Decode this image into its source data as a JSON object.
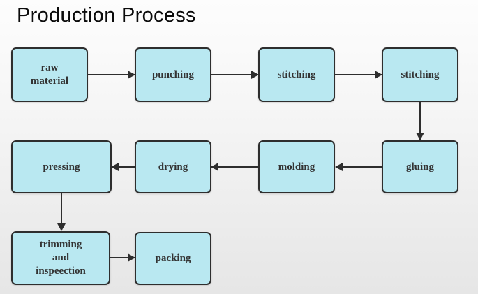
{
  "title": "Production Process",
  "colors": {
    "node_fill": "#b9e8f1",
    "node_border": "#2e2e2e",
    "node_text": "#333333",
    "background_top": "#fdfdfd",
    "background_bottom": "#e6e6e6"
  },
  "flowchart": {
    "nodes": [
      {
        "id": "raw-material",
        "label": "raw\nmaterial"
      },
      {
        "id": "punching",
        "label": "punching"
      },
      {
        "id": "stitching-1",
        "label": "stitching"
      },
      {
        "id": "stitching-2",
        "label": "stitching"
      },
      {
        "id": "gluing",
        "label": "gluing"
      },
      {
        "id": "molding",
        "label": "molding"
      },
      {
        "id": "drying",
        "label": "drying"
      },
      {
        "id": "pressing",
        "label": "pressing"
      },
      {
        "id": "trimming-and-inspeection",
        "label": "trimming\nand\ninspeection"
      },
      {
        "id": "packing",
        "label": "packing"
      }
    ],
    "edges": [
      {
        "from": "raw-material",
        "to": "punching",
        "direction": "right"
      },
      {
        "from": "punching",
        "to": "stitching-1",
        "direction": "right"
      },
      {
        "from": "stitching-1",
        "to": "stitching-2",
        "direction": "right"
      },
      {
        "from": "stitching-2",
        "to": "gluing",
        "direction": "down"
      },
      {
        "from": "gluing",
        "to": "molding",
        "direction": "left"
      },
      {
        "from": "molding",
        "to": "drying",
        "direction": "left"
      },
      {
        "from": "drying",
        "to": "pressing",
        "direction": "left"
      },
      {
        "from": "pressing",
        "to": "trimming-and-inspeection",
        "direction": "down"
      },
      {
        "from": "trimming-and-inspeection",
        "to": "packing",
        "direction": "right"
      }
    ]
  }
}
